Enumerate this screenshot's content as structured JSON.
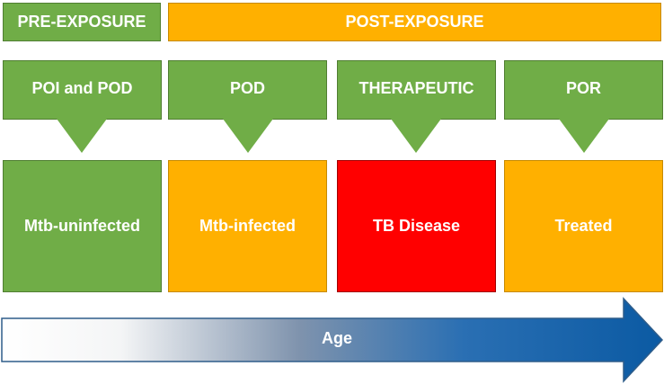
{
  "headers": {
    "pre": "PRE-EXPOSURE",
    "post": "POST-EXPOSURE"
  },
  "phases": [
    {
      "label": "POI and POD",
      "state": "Mtb-uninfected",
      "state_color": "green"
    },
    {
      "label": "POD",
      "state": "Mtb-infected",
      "state_color": "orange"
    },
    {
      "label": "THERAPEUTIC",
      "state": "TB Disease",
      "state_color": "red"
    },
    {
      "label": "POR",
      "state": "Treated",
      "state_color": "orange"
    }
  ],
  "age_arrow": {
    "label": "Age",
    "gradient_start": "#ffffff",
    "gradient_end": "#0b5aa3"
  },
  "colors": {
    "green": "#70ad47",
    "orange": "#ffb000",
    "red": "#ff0000"
  }
}
